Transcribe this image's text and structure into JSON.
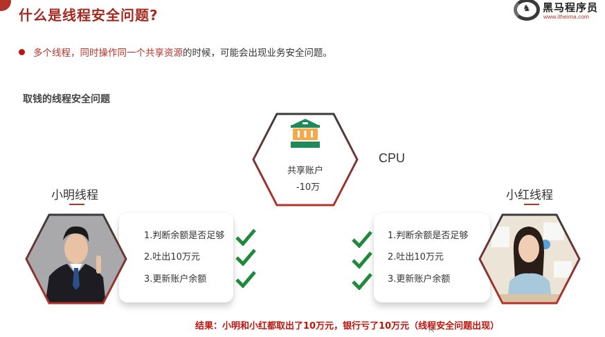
{
  "slide": {
    "title": "什么是线程安全问题?",
    "bullet": {
      "highlight": "多个线程，同时操作同一个共享资源",
      "rest": "的时候，可能会出现业务安全问题。"
    },
    "section_heading": "取钱的线程安全问题"
  },
  "logo": {
    "name": "黑马程序员",
    "url": "www.itheima.com"
  },
  "shared_account": {
    "icon": "bank-icon",
    "label": "共享账户",
    "value": "-10万"
  },
  "cpu_label": "CPU",
  "threads": [
    {
      "name": "小明线程",
      "avatar": "man-in-suit-photo",
      "steps": [
        "1.判断余额是否足够",
        "2.吐出10万元",
        "3.更新账户余额"
      ],
      "checks": [
        "check",
        "check",
        "check"
      ]
    },
    {
      "name": "小红线程",
      "avatar": "woman-at-desk-photo",
      "steps": [
        "1.判断余额是否足够",
        "2.吐出10万元",
        "3.更新账户余额"
      ],
      "checks": [
        "check",
        "check",
        "check"
      ]
    }
  ],
  "result": "结果：小明和小红都取出了10万元，银行亏了10万元（线程安全问题出现）",
  "colors": {
    "accent_red": "#b3332a",
    "result_red": "#c0140c",
    "check_green": "#1f8a3c",
    "bank_green": "#1e8a5a",
    "bank_orange": "#f5a94a"
  }
}
